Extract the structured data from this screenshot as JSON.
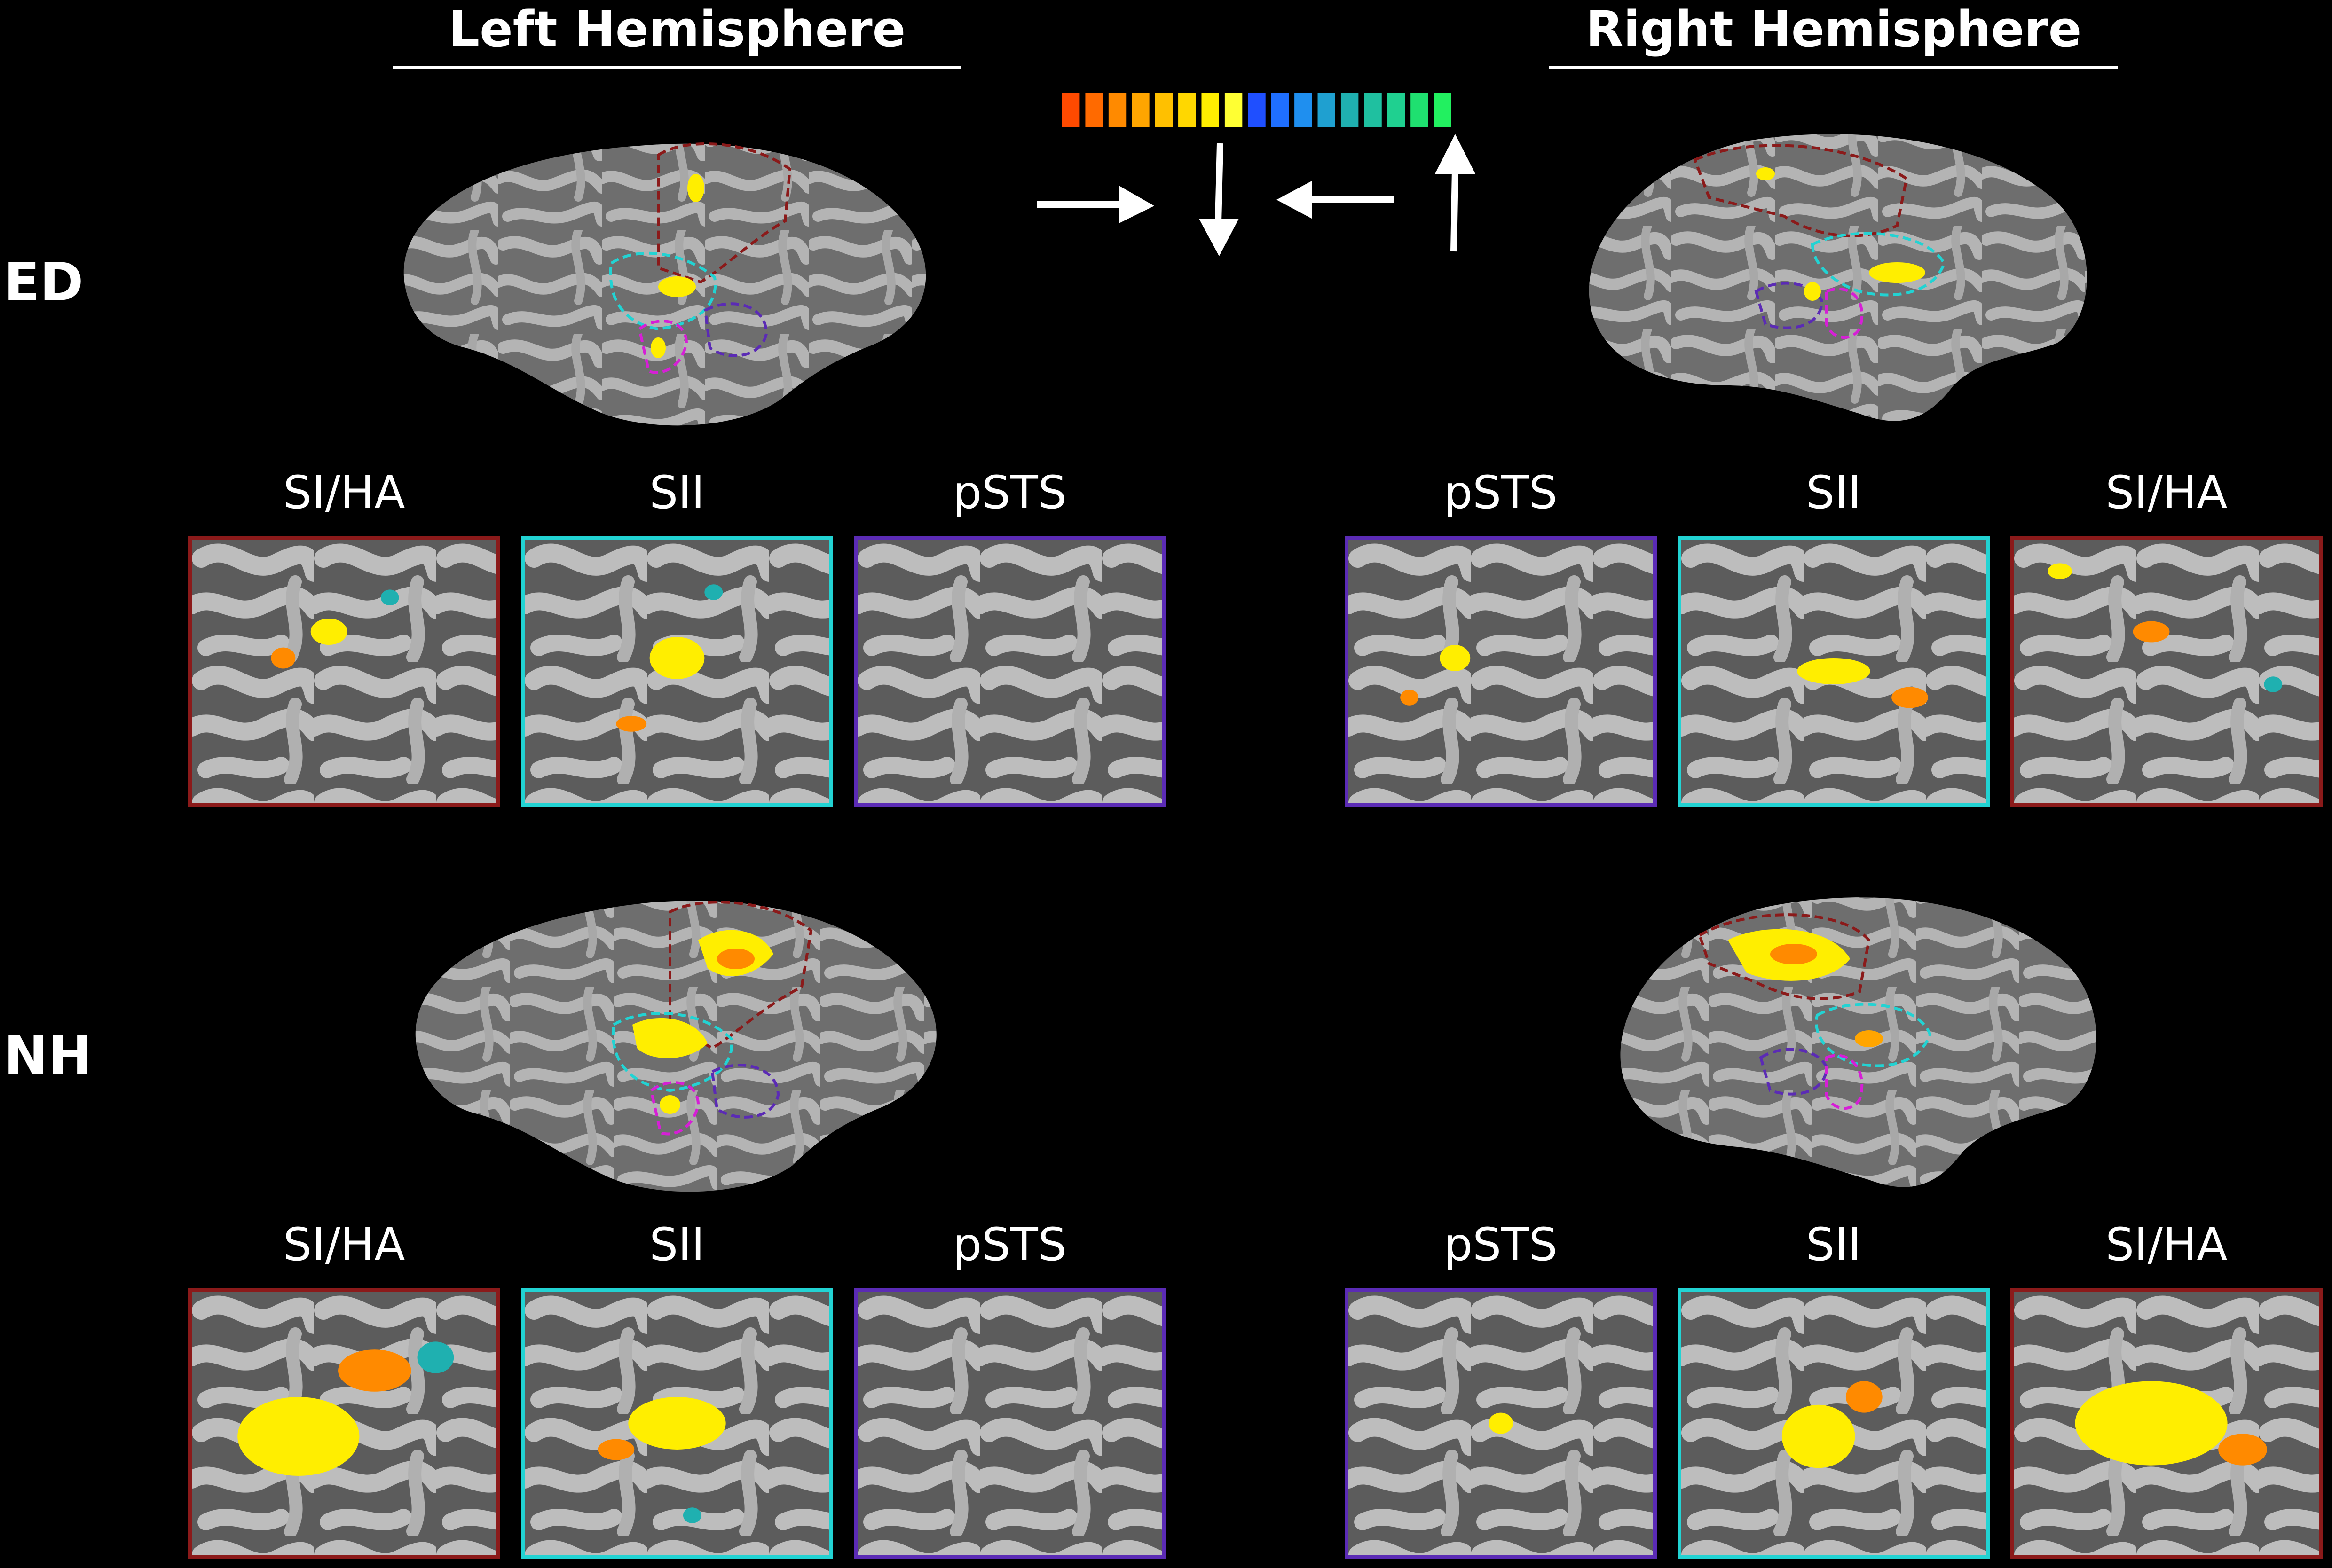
{
  "headers": {
    "left_hemisphere": "Left Hemisphere",
    "right_hemisphere": "Right Hemisphere"
  },
  "rows": [
    {
      "label": "ED",
      "left_panels": [
        "SI/HA",
        "SII",
        "pSTS"
      ],
      "right_panels": [
        "pSTS",
        "SII",
        "SI/HA"
      ]
    },
    {
      "label": "NH",
      "left_panels": [
        "SI/HA",
        "SII",
        "pSTS"
      ],
      "right_panels": [
        "pSTS",
        "SII",
        "SI/HA"
      ]
    }
  ],
  "roi_colors": {
    "SI/HA": "#8b1a1a",
    "SII": "#22d3d3",
    "pSTS": "#5b2bb5",
    "other": "#d61fd6"
  },
  "colorbar": {
    "colors": [
      "#ff4a00",
      "#ff6a00",
      "#ff8a00",
      "#ffa500",
      "#ffc000",
      "#ffd700",
      "#ffee00",
      "#ffff33",
      "#1f4fff",
      "#1f6fff",
      "#1f8fef",
      "#1fa0d0",
      "#1fb0b0",
      "#1fc0a0",
      "#1fd090",
      "#1fe070",
      "#22f060"
    ]
  },
  "icons": [
    "arrow-right-icon",
    "arrow-down-icon",
    "arrow-left-icon",
    "arrow-up-icon"
  ]
}
